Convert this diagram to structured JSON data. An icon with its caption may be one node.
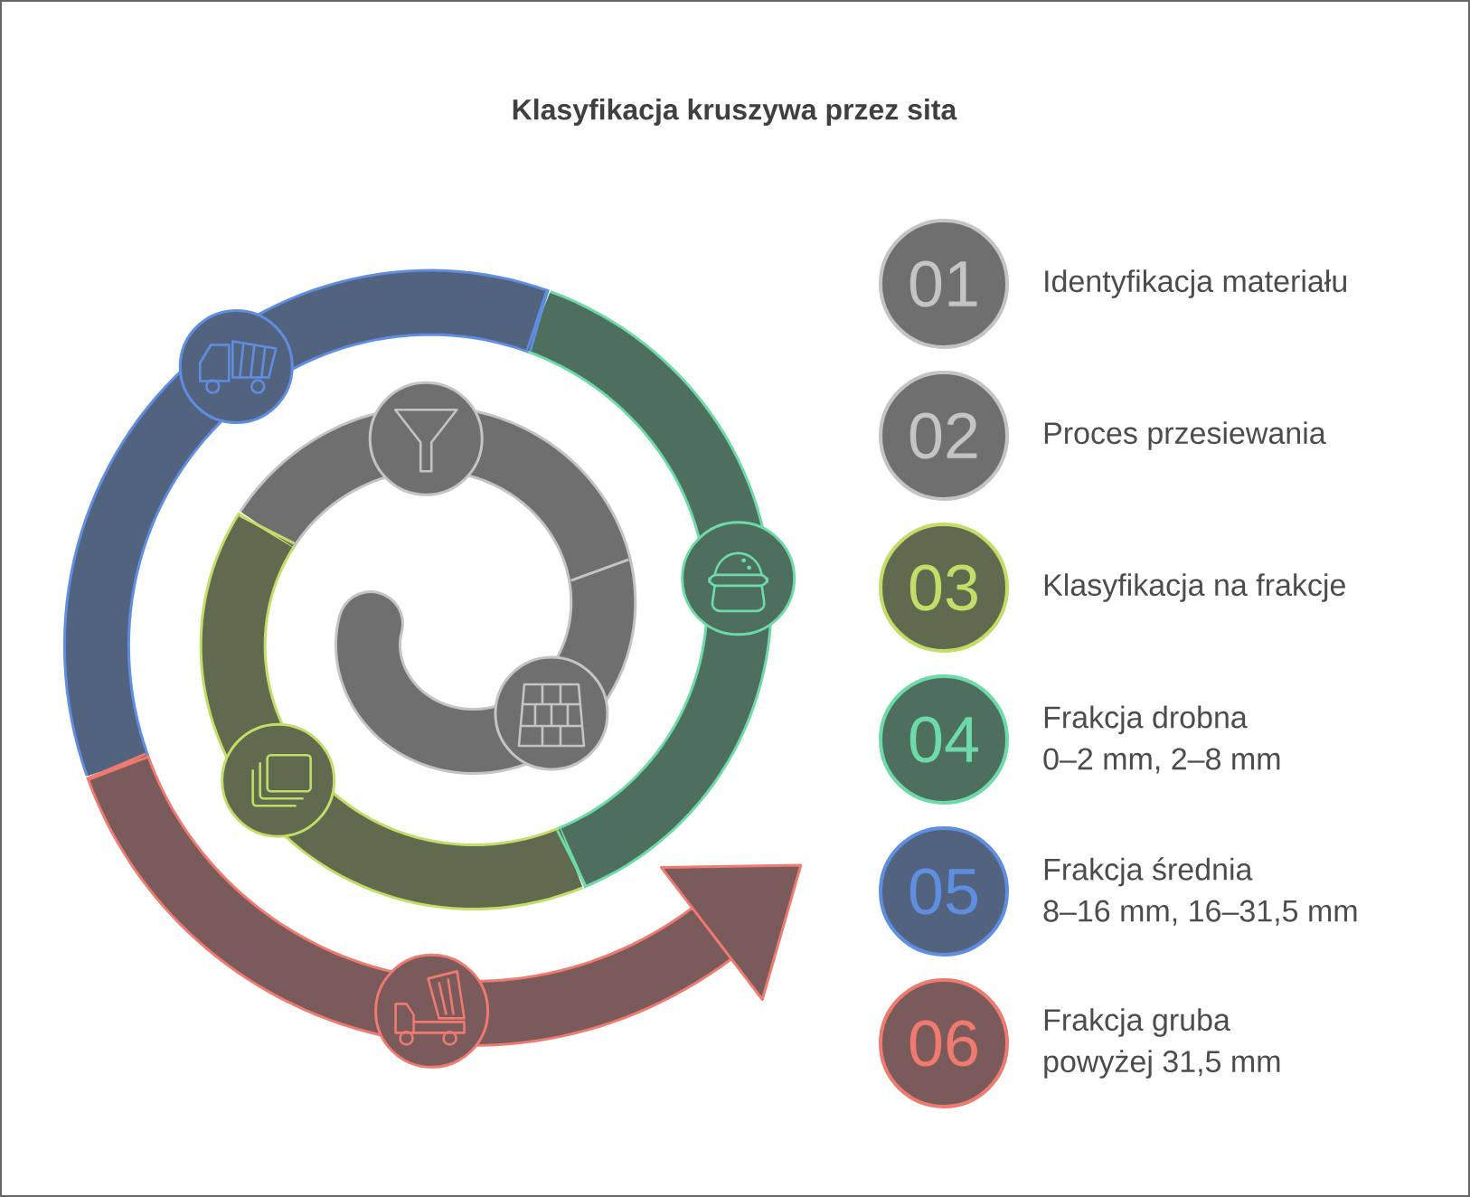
{
  "diagram": {
    "title": "Klasyfikacja kruszywa przez sita",
    "nodes": [
      {
        "text": [
          "01"
        ],
        "beside": [
          "Identyfikacja materiału"
        ]
      },
      {
        "text": [
          "02"
        ],
        "beside": [
          "Proces przesiewania"
        ]
      },
      {
        "text": [
          "03"
        ],
        "beside": [
          "Klasyfikacja na frakcje"
        ]
      },
      {
        "text": [
          "04"
        ],
        "beside": [
          "Frakcja drobna",
          "0–2 mm, 2–8 mm"
        ]
      },
      {
        "text": [
          "05"
        ],
        "beside": [
          "Frakcja średnia",
          "8–16 mm, 16–31,5 mm"
        ]
      },
      {
        "text": [
          "06"
        ],
        "beside": [
          "Frakcja gruba",
          "powyżej 31,5 mm"
        ]
      }
    ]
  }
}
